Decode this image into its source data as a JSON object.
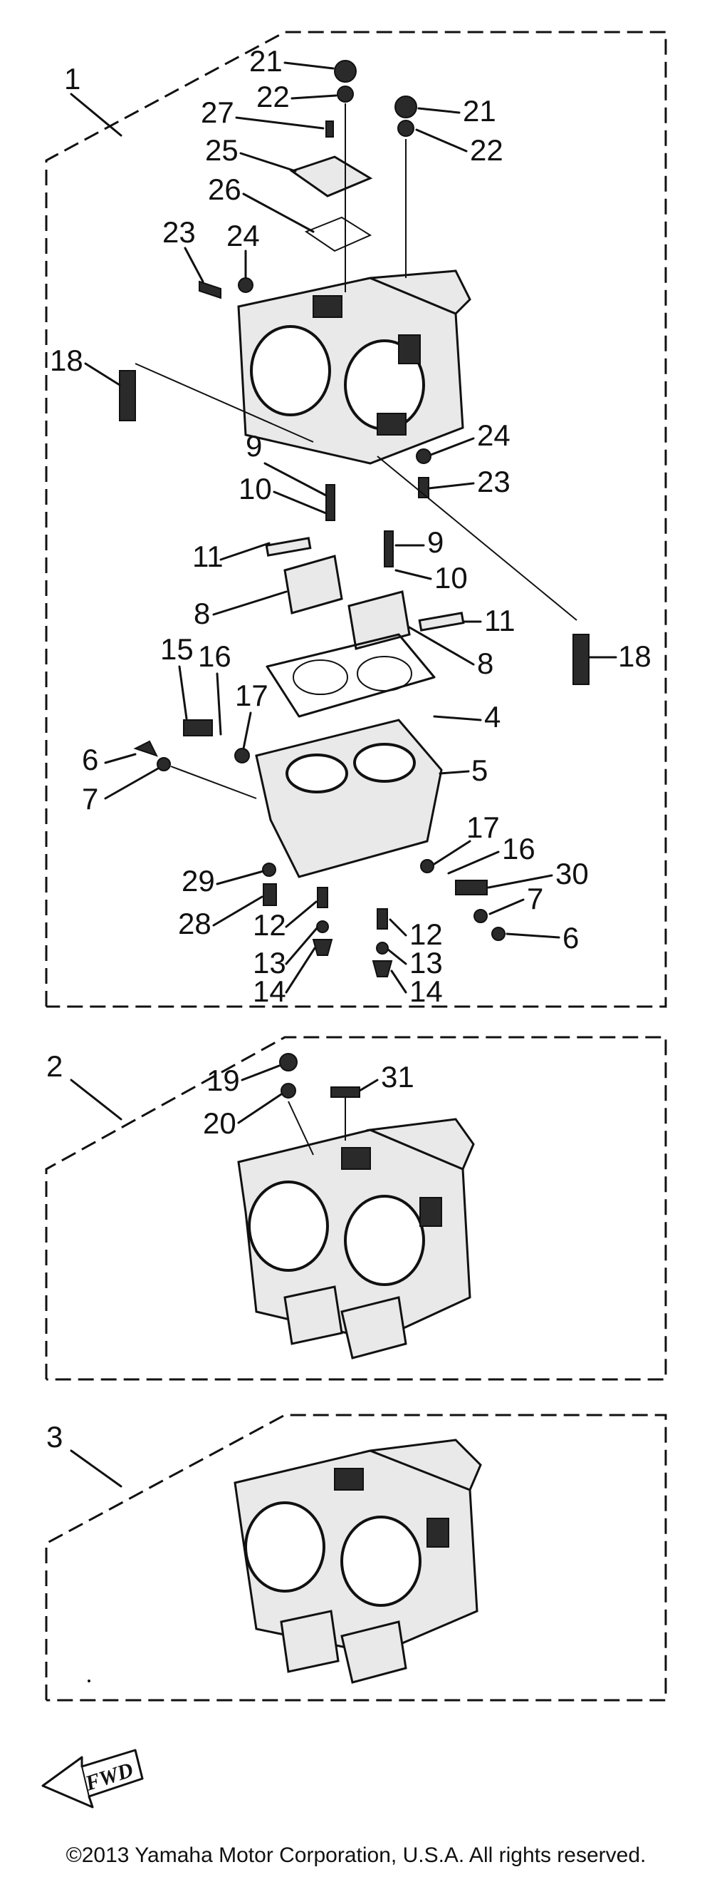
{
  "diagram": {
    "groups": [
      {
        "label": "1",
        "name": "carburetor-assembly-1"
      },
      {
        "label": "2",
        "name": "carburetor-assembly-2"
      },
      {
        "label": "3",
        "name": "carburetor-assembly-3"
      }
    ],
    "callouts": [
      {
        "label": "21"
      },
      {
        "label": "22"
      },
      {
        "label": "27"
      },
      {
        "label": "25"
      },
      {
        "label": "26"
      },
      {
        "label": "21"
      },
      {
        "label": "22"
      },
      {
        "label": "23"
      },
      {
        "label": "24"
      },
      {
        "label": "18"
      },
      {
        "label": "24"
      },
      {
        "label": "23"
      },
      {
        "label": "9"
      },
      {
        "label": "10"
      },
      {
        "label": "11"
      },
      {
        "label": "9"
      },
      {
        "label": "10"
      },
      {
        "label": "8"
      },
      {
        "label": "11"
      },
      {
        "label": "8"
      },
      {
        "label": "18"
      },
      {
        "label": "15"
      },
      {
        "label": "16"
      },
      {
        "label": "17"
      },
      {
        "label": "4"
      },
      {
        "label": "6"
      },
      {
        "label": "7"
      },
      {
        "label": "5"
      },
      {
        "label": "17"
      },
      {
        "label": "16"
      },
      {
        "label": "29"
      },
      {
        "label": "30"
      },
      {
        "label": "28"
      },
      {
        "label": "12"
      },
      {
        "label": "7"
      },
      {
        "label": "6"
      },
      {
        "label": "12"
      },
      {
        "label": "13"
      },
      {
        "label": "13"
      },
      {
        "label": "14"
      },
      {
        "label": "14"
      },
      {
        "label": "19"
      },
      {
        "label": "31"
      },
      {
        "label": "20"
      }
    ],
    "fwd_label": "FWD"
  },
  "footer": {
    "copyright": "©2013 Yamaha Motor Corporation, U.S.A. All rights reserved."
  }
}
